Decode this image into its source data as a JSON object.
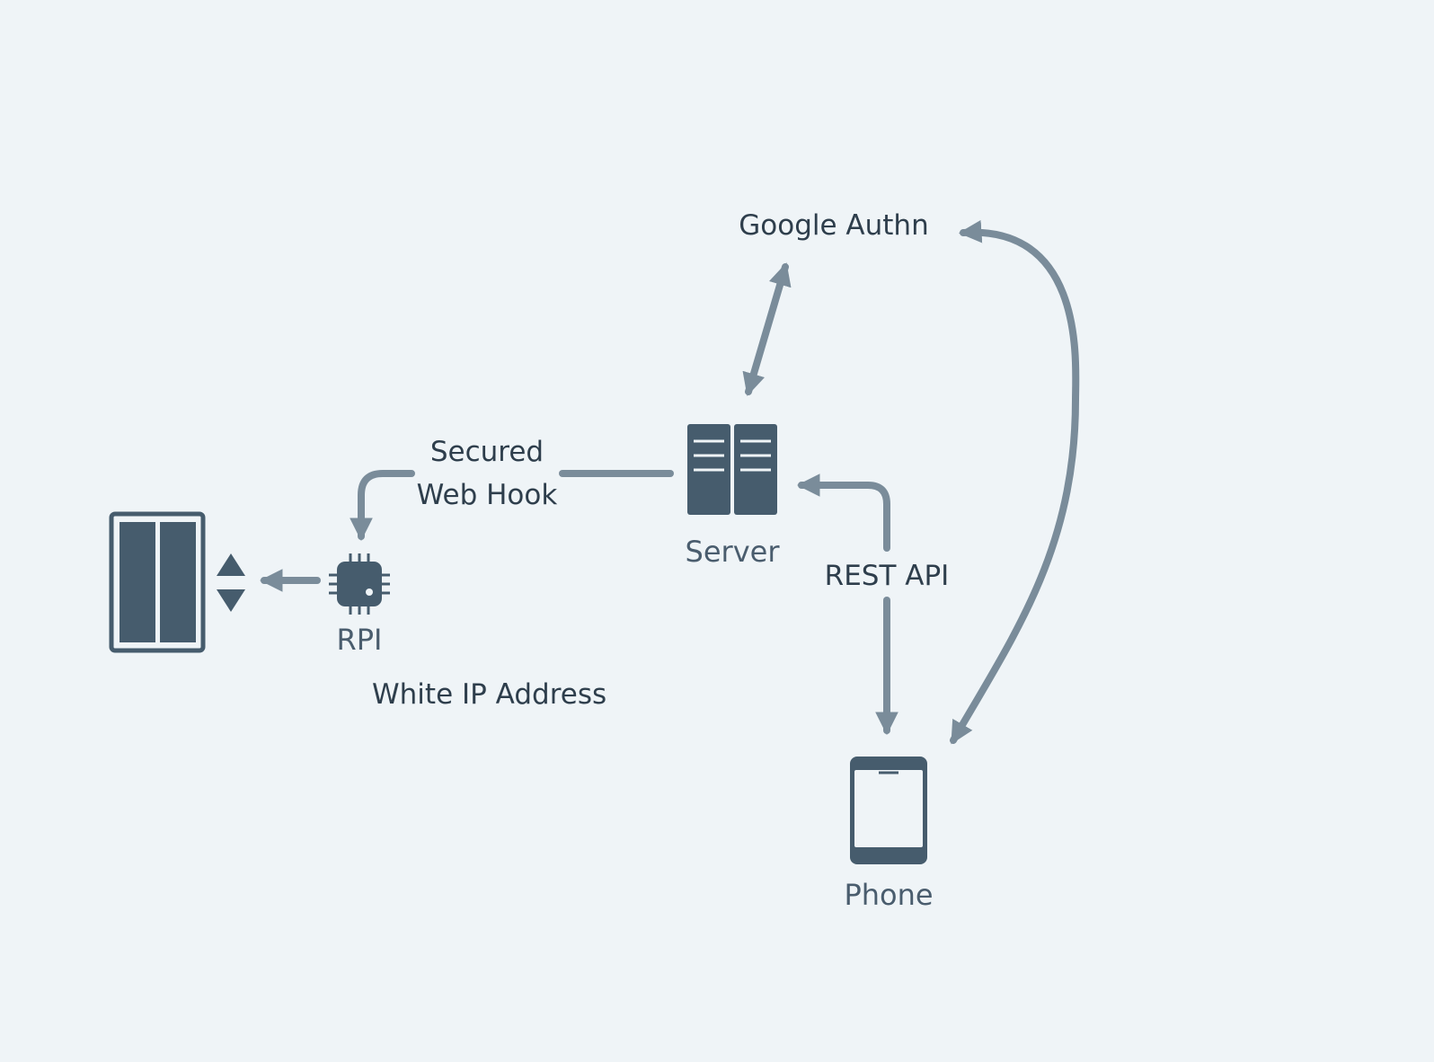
{
  "colors": {
    "background": "#eff4f7",
    "icon": "#465c6d",
    "arrow": "#7a8c9a",
    "text_dark": "#2e3e4c",
    "text_node": "#4a5d6e"
  },
  "nodes": {
    "gate": {
      "icon": "gate-icon"
    },
    "rpi": {
      "label": "RPI",
      "icon": "chip-icon"
    },
    "server": {
      "label": "Server",
      "icon": "server-icon"
    },
    "phone": {
      "label": "Phone",
      "icon": "phone-icon"
    },
    "google": {
      "label": "Google Authn"
    }
  },
  "edges": {
    "webhook": {
      "line1": "Secured",
      "line2": "Web Hook"
    },
    "rest": {
      "label": "REST API"
    }
  },
  "notes": {
    "white_ip": "White IP Address"
  }
}
